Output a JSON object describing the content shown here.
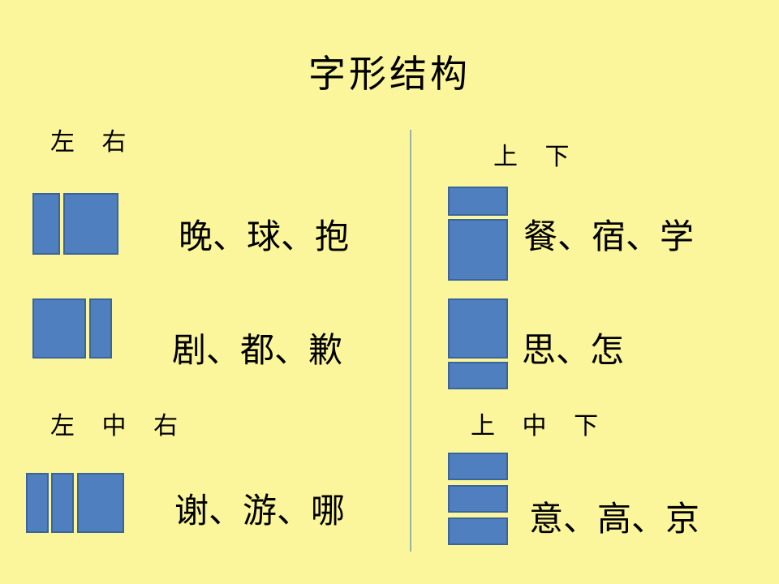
{
  "slide": {
    "title": "字形结构",
    "sections": {
      "left_right": {
        "label": "左 右",
        "examples": [
          "晚、球、抱",
          "剧、都、歉"
        ]
      },
      "top_bottom": {
        "label": "上 下",
        "examples": [
          "餐、宿、学",
          "思、怎"
        ]
      },
      "left_middle_right": {
        "label": "左 中 右",
        "examples": [
          "谢、游、哪"
        ]
      },
      "top_middle_bottom": {
        "label": "上 中 下",
        "examples": [
          "意、高、京"
        ]
      }
    }
  },
  "colors": {
    "background": "#fbf59b",
    "block_fill": "#4f7fbe",
    "block_border": "#3a659c",
    "divider": "#9ab4a4"
  },
  "icons": {
    "structure_blocks": "blue-rectangles"
  }
}
